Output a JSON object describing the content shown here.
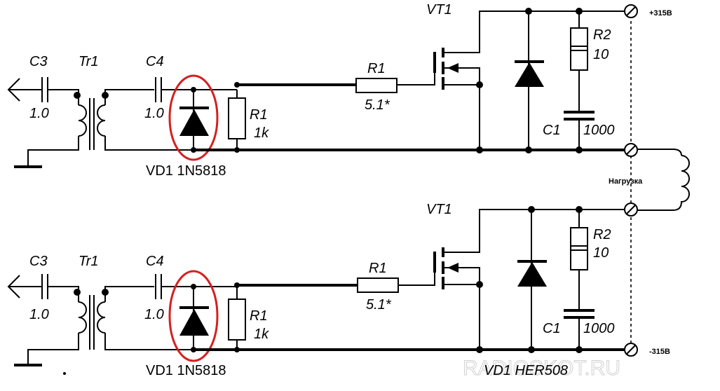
{
  "top": {
    "c3": {
      "name": "C3",
      "value": "1.0"
    },
    "tr": {
      "name": "Tr1"
    },
    "c4": {
      "name": "C4",
      "value": "1.0"
    },
    "vd1": {
      "label": "VD1  1N5818"
    },
    "r1_gate_res": {
      "name": "R1",
      "value": "1k"
    },
    "r1_series": {
      "name": "R1",
      "value": "5.1*"
    },
    "vt1": {
      "name": "VT1"
    },
    "r2": {
      "name": "R2",
      "value": "10"
    },
    "c1": {
      "name": "C1",
      "value": "1000"
    },
    "supply": "+315В"
  },
  "load": {
    "label": "Нагрузка"
  },
  "bottom": {
    "c3": {
      "name": "C3",
      "value": "1.0"
    },
    "tr": {
      "name": "Tr1"
    },
    "c4": {
      "name": "C4",
      "value": "1.0"
    },
    "vd1": {
      "label": "VD1  1N5818"
    },
    "r1_gate_res": {
      "name": "R1",
      "value": "1k"
    },
    "r1_series": {
      "name": "R1",
      "value": "5.1*"
    },
    "vt1": {
      "name": "VT1"
    },
    "r2": {
      "name": "R2",
      "value": "10"
    },
    "c1": {
      "name": "C1",
      "value": "1000"
    },
    "vd_free": {
      "label": "VD1  HER508"
    },
    "supply": "-315В"
  },
  "watermark": "RADIOSKOT.RU",
  "colors": {
    "highlight": "#d42020",
    "ink": "#000000"
  }
}
